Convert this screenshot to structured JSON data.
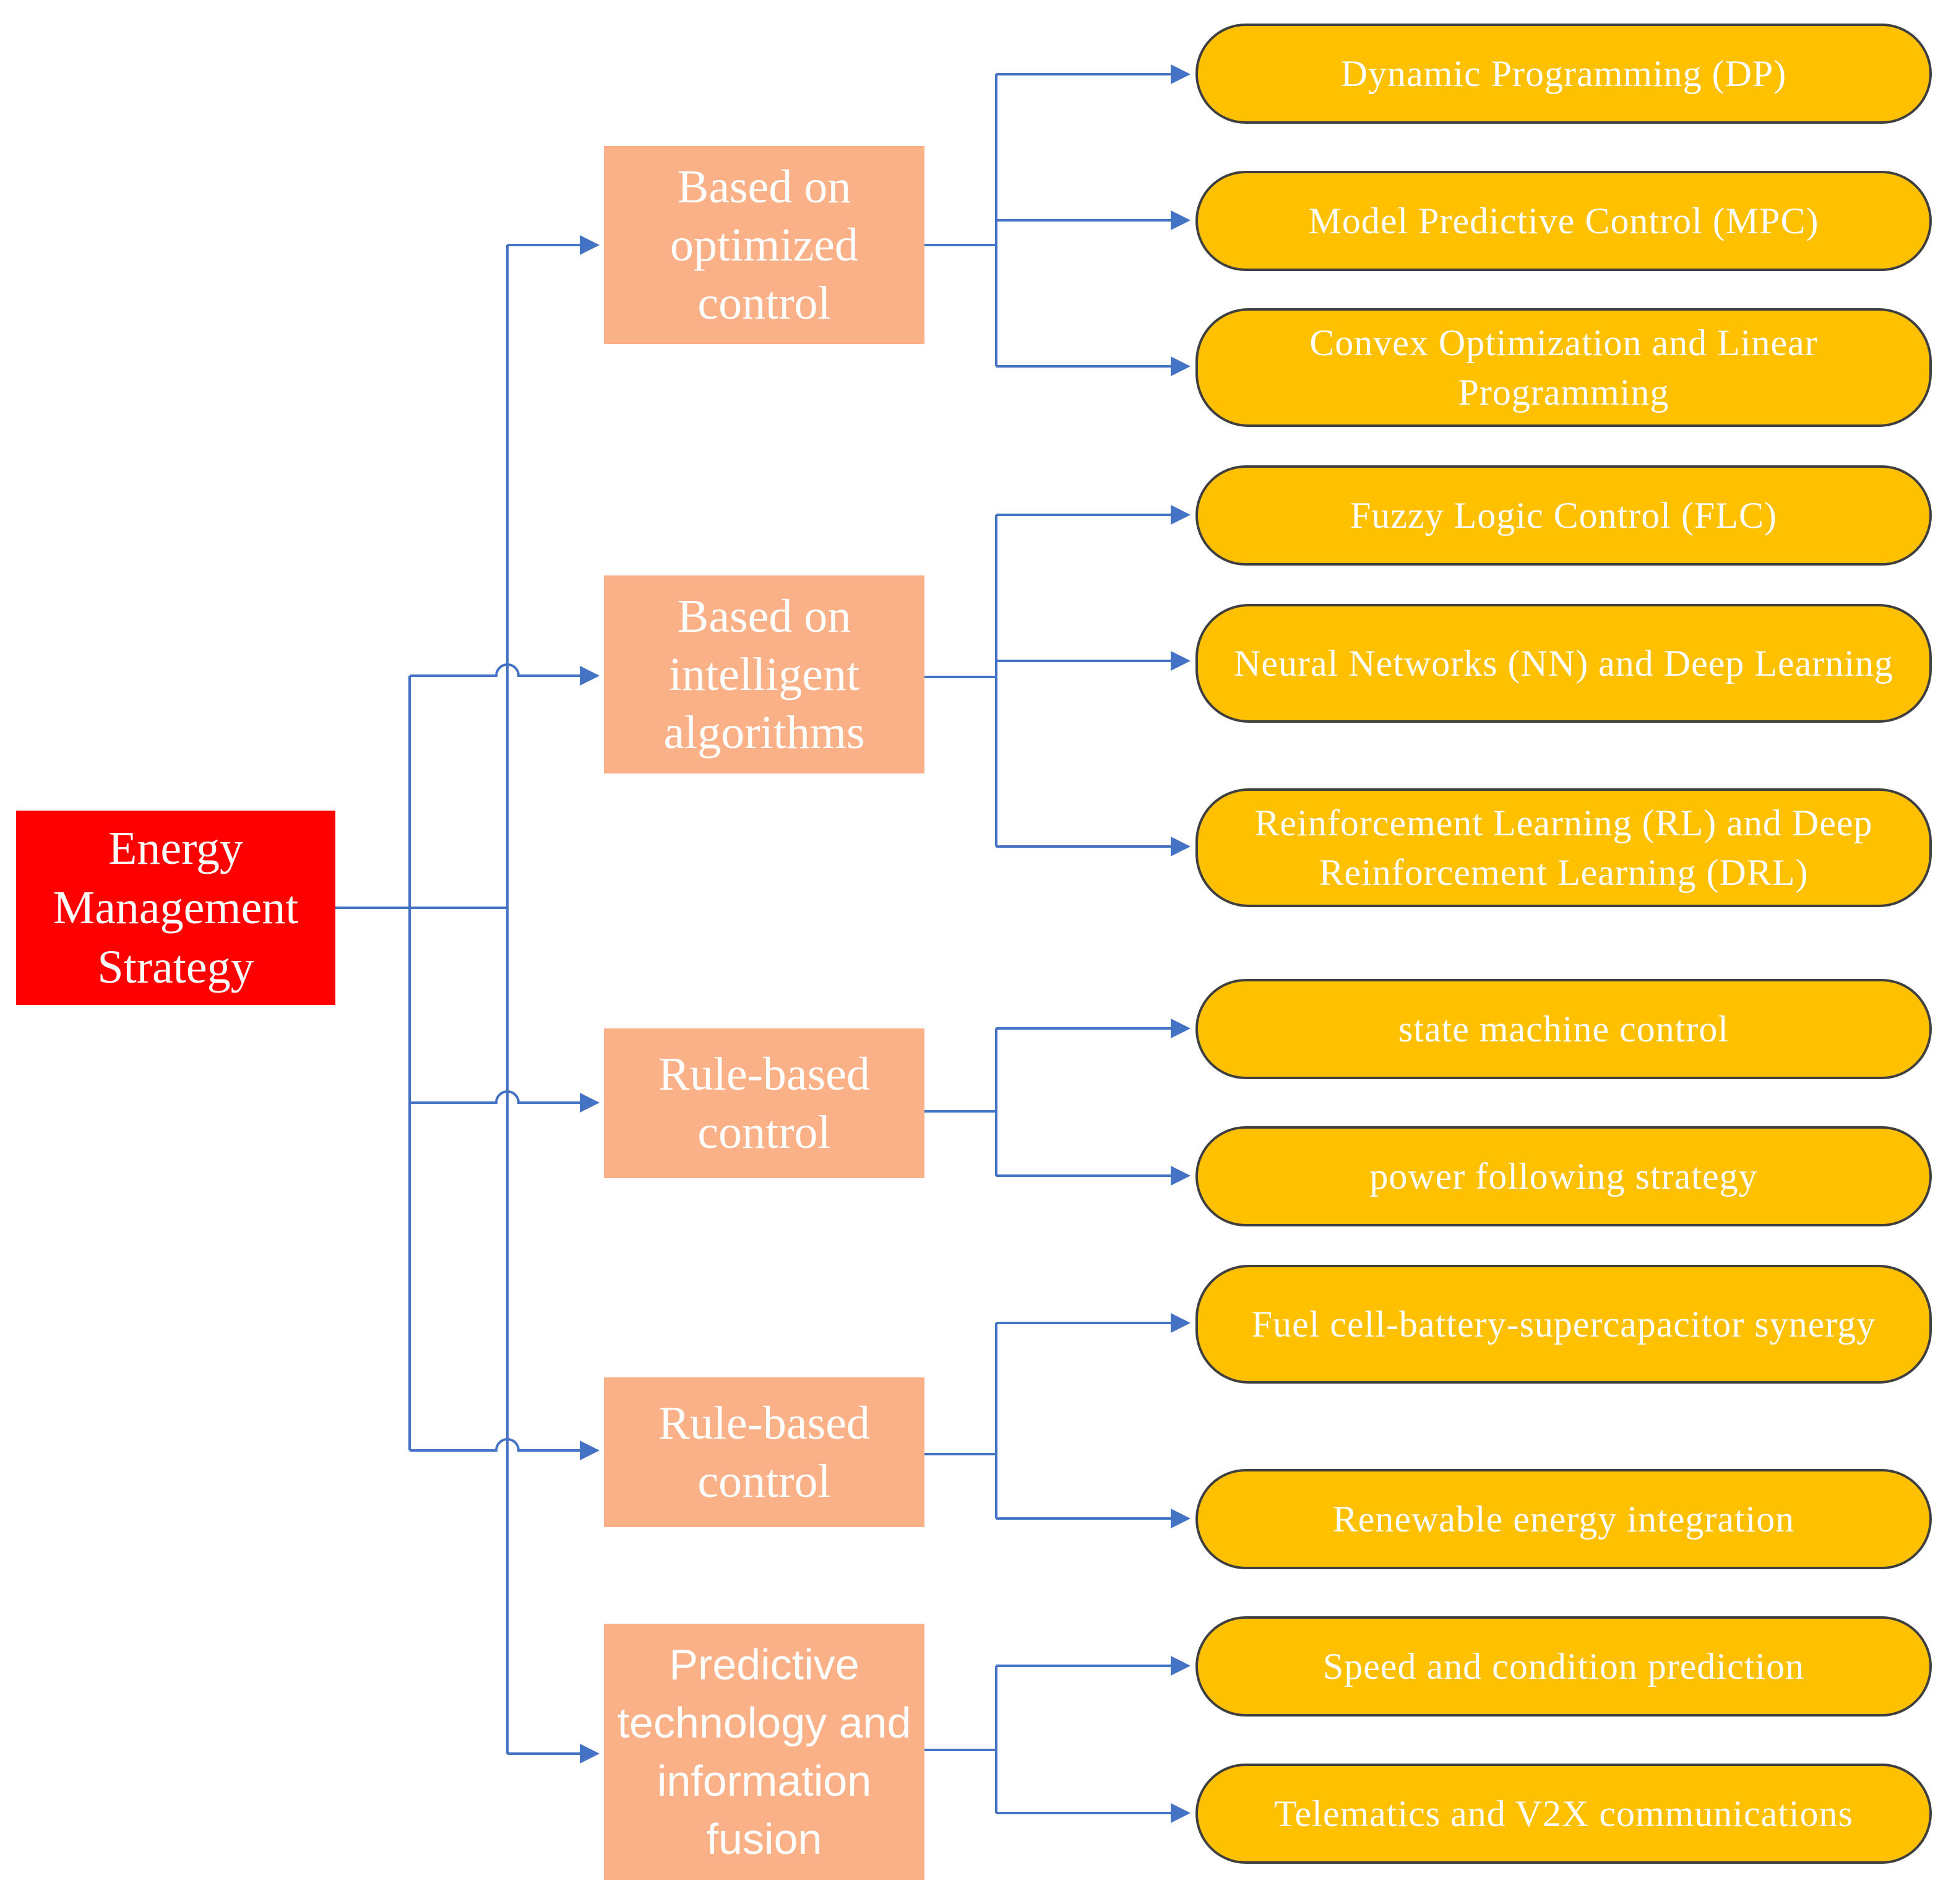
{
  "colors": {
    "root_fill": "#ff0000",
    "category_fill": "#fbb188",
    "leaf_fill": "#ffc000",
    "leaf_border": "#3f3f3f",
    "connector": "#4472c4",
    "text": "#ffffff"
  },
  "root": {
    "label": "Energy Management Strategy"
  },
  "categories": [
    {
      "label": "Based on optimized control",
      "methods": [
        "Dynamic Programming (DP)",
        "Model Predictive Control (MPC)",
        "Convex Optimization and Linear Programming"
      ]
    },
    {
      "label": "Based on intelligent algorithms",
      "methods": [
        "Fuzzy Logic Control (FLC)",
        "Neural Networks (NN) and Deep Learning",
        "Reinforcement Learning (RL) and Deep Reinforcement Learning (DRL)"
      ]
    },
    {
      "label": "Rule-based control",
      "methods": [
        "state machine control",
        "power following strategy"
      ]
    },
    {
      "label": "Rule-based control",
      "methods": [
        "Fuel cell-battery-supercapacitor synergy",
        "Renewable energy integration"
      ]
    },
    {
      "label": "Predictive technology and information fusion",
      "methods": [
        "Speed and condition prediction",
        "Telematics and V2X communications"
      ]
    }
  ]
}
